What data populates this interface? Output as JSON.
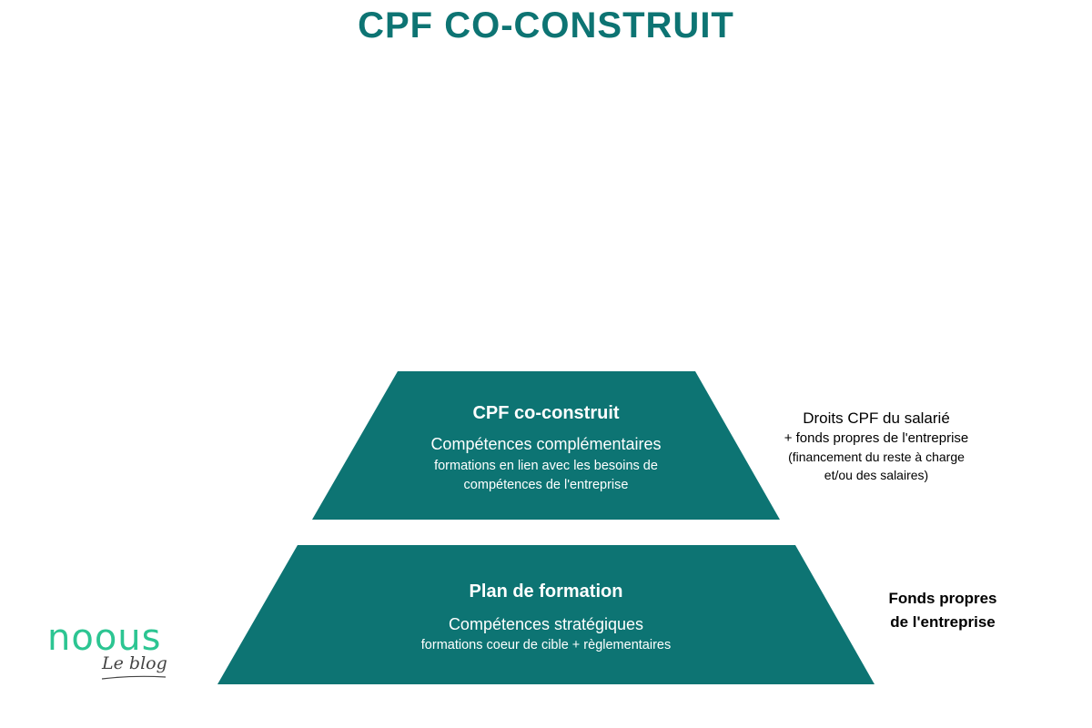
{
  "title": "CPF CO-CONSTRUIT",
  "colors": {
    "teal": "#0d7473",
    "logo_green": "#2cc592"
  },
  "pyramid": {
    "top": {
      "title": "CPF co-construit",
      "subtitle": "Compétences complémentaires",
      "desc_line1": "formations en lien avec les besoins de",
      "desc_line2": "compétences de l'entreprise"
    },
    "bottom": {
      "title": "Plan de formation",
      "subtitle": "Compétences stratégiques",
      "desc_line1": "formations coeur de cible + règlementaires"
    }
  },
  "side": {
    "top": {
      "title": "Droits CPF du salarié",
      "line1": "+ fonds propres de l'entreprise",
      "line2": "(financement du reste à charge",
      "line3": "et/ou des salaires)"
    },
    "bottom": {
      "line1": "Fonds propres",
      "line2": "de l'entreprise"
    }
  },
  "logo": {
    "word": "noous",
    "sub": "Le blog"
  }
}
